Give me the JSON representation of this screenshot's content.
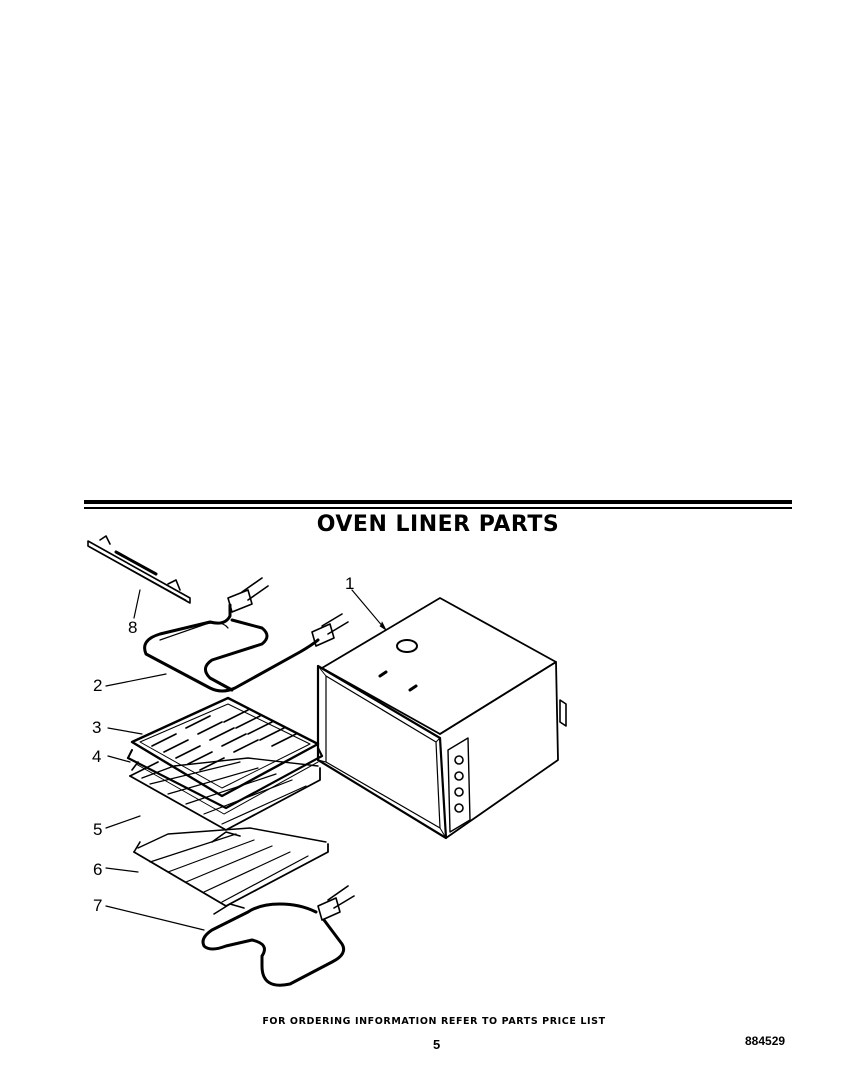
{
  "title": "OVEN LINER PARTS",
  "callouts": {
    "c1": "1",
    "c2": "2",
    "c3": "3",
    "c4": "4",
    "c5": "5",
    "c6": "6",
    "c7": "7",
    "c8": "8"
  },
  "footer": {
    "ordering_note": "FOR ORDERING INFORMATION REFER TO PARTS PRICE LIST",
    "page_number": "5",
    "document_number": "884529"
  }
}
